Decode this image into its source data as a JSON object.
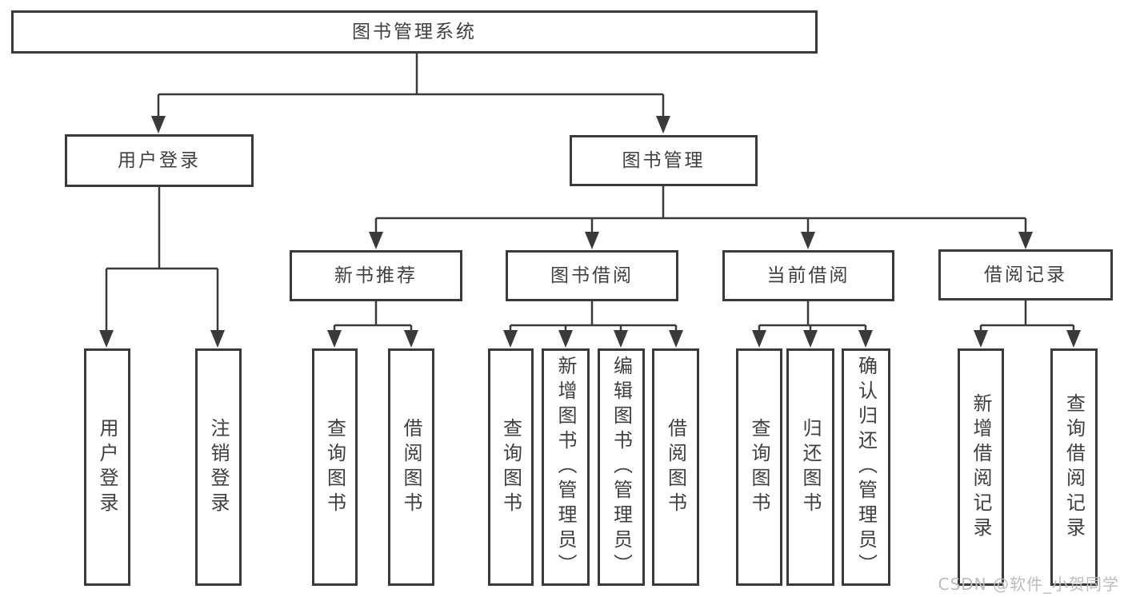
{
  "nodes": {
    "root": "图书管理系统",
    "user_login": "用户登录",
    "book_mgmt": "图书管理",
    "new_book_recommend": "新书推荐",
    "book_borrow": "图书借阅",
    "current_borrow": "当前借阅",
    "borrow_records": "借阅记录",
    "leaf_user_login": "用户登录",
    "leaf_logout": "注销登录",
    "leaf_query_book_recommend": "查询图书",
    "leaf_borrow_book_recommend": "借阅图书",
    "leaf_query_book_borrow": "查询图书",
    "leaf_add_book_admin": "新增图书（管理员）",
    "leaf_edit_book_admin": "编辑图书（管理员）",
    "leaf_borrow_book_borrow": "借阅图书",
    "leaf_query_book_current": "查询图书",
    "leaf_return_book": "归还图书",
    "leaf_confirm_return_admin": "确认归还（管理员）",
    "leaf_add_borrow_record": "新增借阅记录",
    "leaf_query_borrow_record": "查询借阅记录"
  },
  "hierarchy": {
    "root": "图书管理系统",
    "children": [
      {
        "label": "用户登录",
        "children": [
          "用户登录",
          "注销登录"
        ]
      },
      {
        "label": "图书管理",
        "children": [
          {
            "label": "新书推荐",
            "children": [
              "查询图书",
              "借阅图书"
            ]
          },
          {
            "label": "图书借阅",
            "children": [
              "查询图书",
              "新增图书（管理员）",
              "编辑图书（管理员）",
              "借阅图书"
            ]
          },
          {
            "label": "当前借阅",
            "children": [
              "查询图书",
              "归还图书",
              "确认归还（管理员）"
            ]
          },
          {
            "label": "借阅记录",
            "children": [
              "新增借阅记录",
              "查询借阅记录"
            ]
          }
        ]
      }
    ]
  },
  "watermark": "CSDN @软件_小贺同学",
  "colors": {
    "line": "#3a3a3a",
    "text": "#3f3f3f",
    "background": "#ffffff",
    "watermark": "#bcbcbc"
  }
}
